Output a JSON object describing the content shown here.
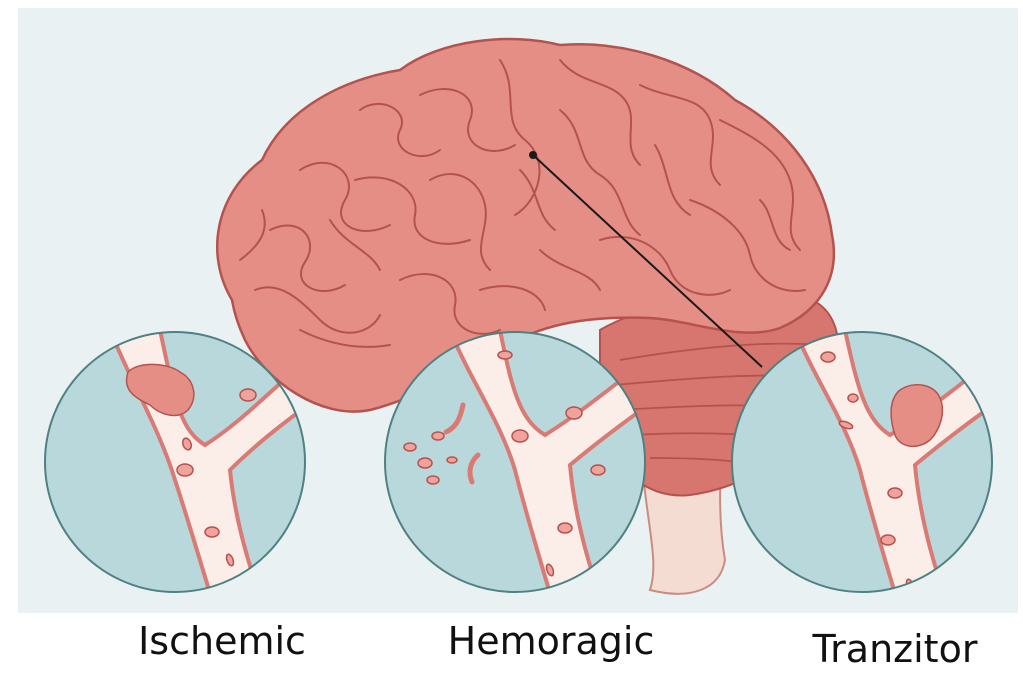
{
  "colors": {
    "background": "#e9f1f3",
    "brain_fill": "#e58e86",
    "brain_stroke": "#b4534e",
    "cerebellum": "#d7766f",
    "stem": "#f4dcd2",
    "circle_fill": "#b9d8dc",
    "circle_stroke": "#4f8082",
    "vessel_fill": "#fbeee9",
    "vessel_wall": "#d97b74",
    "cell_fill": "#f0a29c",
    "cell_stroke": "#b5524d",
    "clot": "#e58e86",
    "pointer": "#1a1a1a"
  },
  "icons": [
    "brain-illustration",
    "blood-vessel-icon",
    "blood-clot-icon",
    "red-blood-cell-icon",
    "pointer-line"
  ],
  "labels": {
    "left": "Ischemic",
    "middle": "Hemoragic",
    "right": "Tranzitor"
  }
}
